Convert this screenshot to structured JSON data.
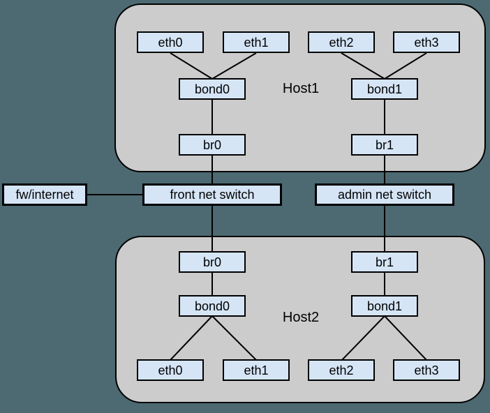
{
  "colors": {
    "page_background": "#4d6a72",
    "host_fill": "#cccccc",
    "node_fill": "#d5e5f6",
    "line": "#000000"
  },
  "host1": {
    "label": "Host1",
    "eth": [
      "eth0",
      "eth1",
      "eth2",
      "eth3"
    ],
    "bond": [
      "bond0",
      "bond1"
    ],
    "br": [
      "br0",
      "br1"
    ]
  },
  "host2": {
    "label": "Host2",
    "eth": [
      "eth0",
      "eth1",
      "eth2",
      "eth3"
    ],
    "bond": [
      "bond0",
      "bond1"
    ],
    "br": [
      "br0",
      "br1"
    ]
  },
  "network": {
    "fw": "fw/internet",
    "front_switch": "front net switch",
    "admin_switch": "admin net switch"
  },
  "edges": [
    [
      "host1.eth0",
      "host1.bond0"
    ],
    [
      "host1.eth1",
      "host1.bond0"
    ],
    [
      "host1.eth2",
      "host1.bond1"
    ],
    [
      "host1.eth3",
      "host1.bond1"
    ],
    [
      "host1.bond0",
      "host1.br0"
    ],
    [
      "host1.bond1",
      "host1.br1"
    ],
    [
      "host1.br0",
      "front net switch"
    ],
    [
      "host1.br1",
      "admin net switch"
    ],
    [
      "fw/internet",
      "front net switch"
    ],
    [
      "front net switch",
      "host2.br0"
    ],
    [
      "admin net switch",
      "host2.br1"
    ],
    [
      "host2.br0",
      "host2.bond0"
    ],
    [
      "host2.br1",
      "host2.bond1"
    ],
    [
      "host2.bond0",
      "host2.eth0"
    ],
    [
      "host2.bond0",
      "host2.eth1"
    ],
    [
      "host2.bond1",
      "host2.eth2"
    ],
    [
      "host2.bond1",
      "host2.eth3"
    ]
  ]
}
